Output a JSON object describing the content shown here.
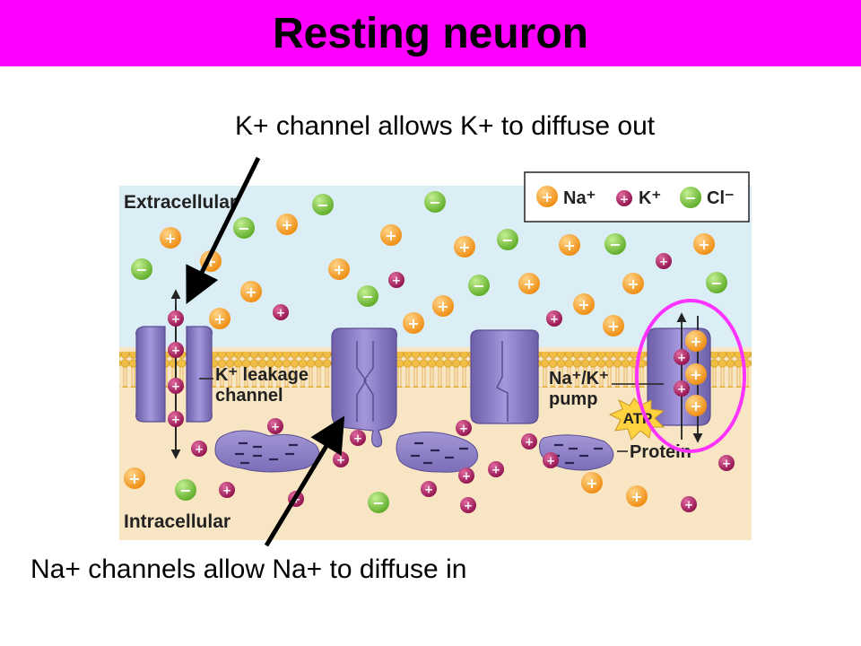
{
  "title": "Resting neuron",
  "captions": {
    "k_channel": "K+ channel allows K+ to diffuse out",
    "na_channel": "Na+ channels allow Na+ to diffuse in"
  },
  "labels": {
    "extracellular": "Extracellular",
    "intracellular": "Intracellular",
    "k_leak_line1": "K⁺ leakage",
    "k_leak_line2": "channel",
    "pump_line1": "Na⁺/K⁺",
    "pump_line2": "pump",
    "atp": "ATP",
    "protein": "Protein"
  },
  "legend": {
    "na": "Na⁺",
    "k": "K⁺",
    "cl": "Cl⁻"
  },
  "colors": {
    "title_bar": "#ff00ff",
    "extracellular_bg": "#dbeef6",
    "intracellular_bg": "#f8e5c4",
    "membrane": "#f2c44e",
    "channel": "#8f80c8",
    "na_ion": "#f39a1c",
    "k_ion": "#b1165e",
    "cl_ion": "#7ec93c",
    "pump_highlight": "#ff33ff",
    "atp_burst": "#ffd23f"
  }
}
